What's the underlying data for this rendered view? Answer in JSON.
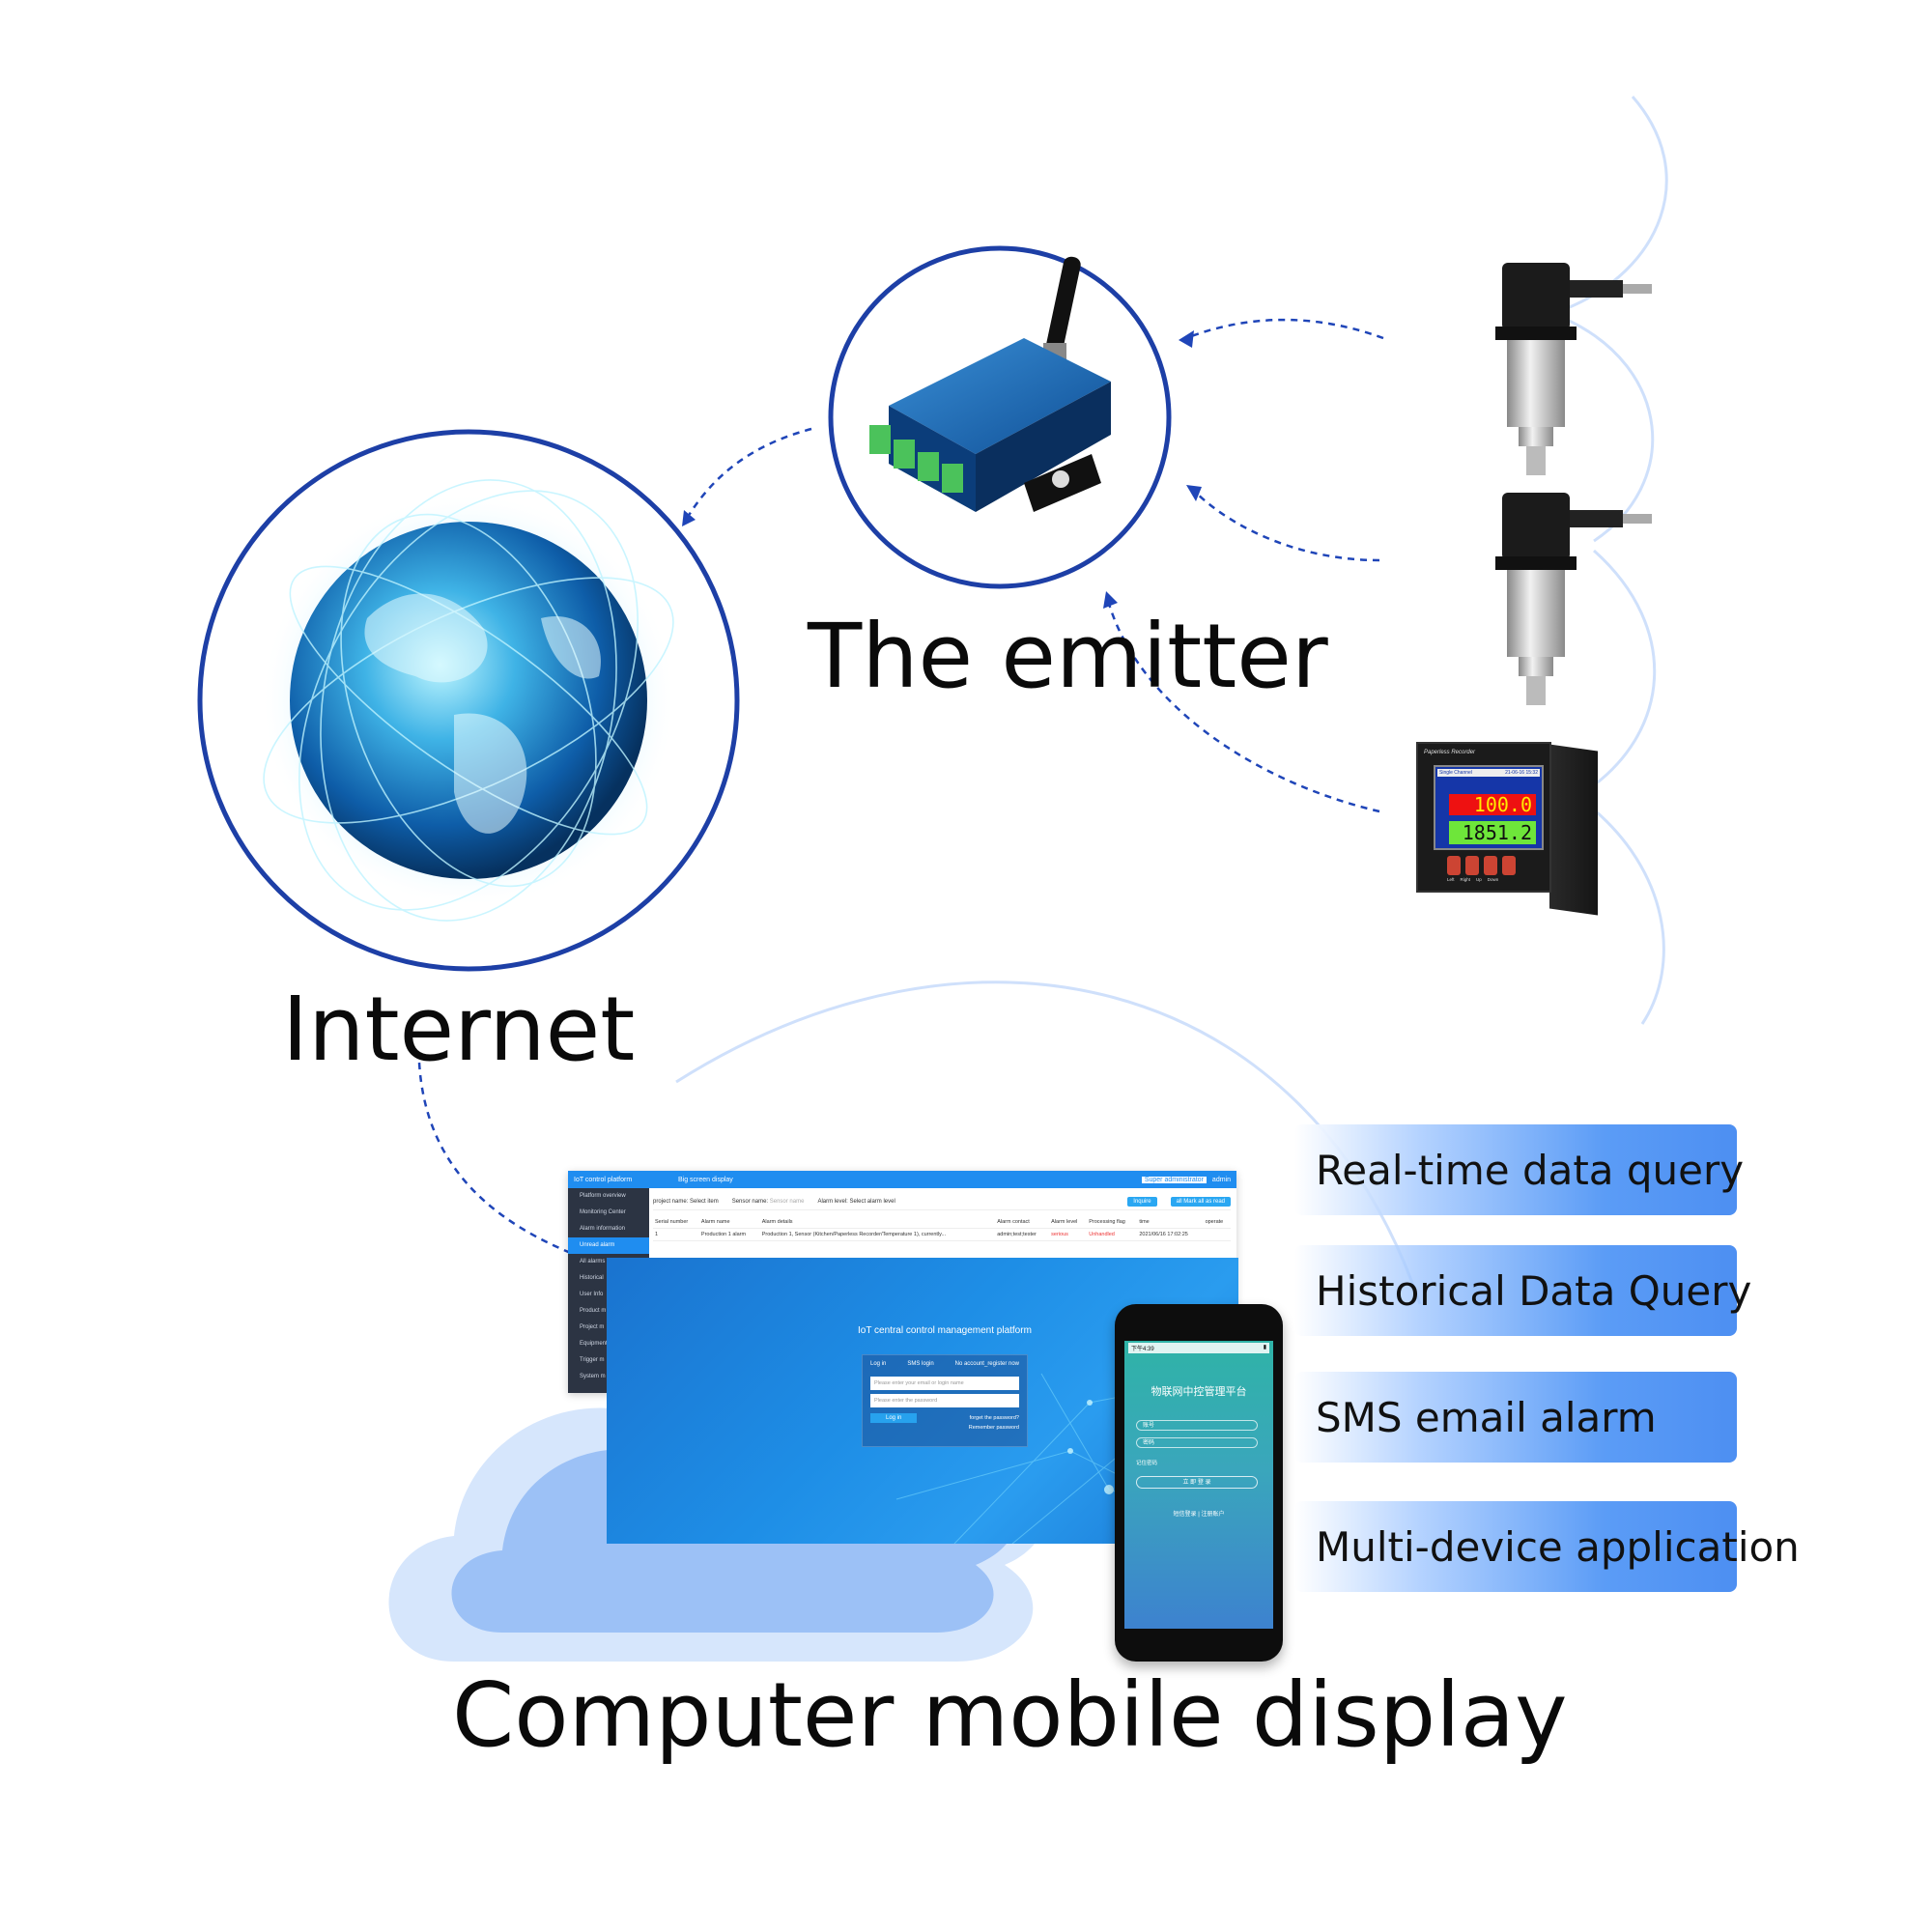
{
  "labels": {
    "emitter": "The emitter",
    "internet": "Internet",
    "display": "Computer mobile display"
  },
  "features": [
    "Real-time data query",
    "Historical Data Query",
    "SMS email alarm",
    "Multi-device application"
  ],
  "dashboard": {
    "brand": "IoT control platform",
    "tab": "Big screen display",
    "user": "Super administrator",
    "admin": "admin",
    "sidebar": [
      "Platform overview",
      "Monitoring Center",
      "Alarm information",
      "Unread alarm",
      "All alarms",
      "Historical",
      "User Info",
      "Product m",
      "Project m",
      "Equipment",
      "Trigger m",
      "System m"
    ],
    "filter": {
      "project": "project name:",
      "select": "Select item",
      "sensor": "Sensor name:",
      "sensor_ph": "Sensor name",
      "level": "Alarm level:",
      "level_sel": "Select alarm level",
      "inquire": "Inquire",
      "read_all": "all Mark all as read"
    },
    "columns": [
      "Serial number",
      "Alarm name",
      "Alarm details",
      "Alarm contact",
      "Alarm level",
      "Processing flag",
      "time",
      "operate"
    ],
    "row": [
      "1",
      "Production 1 alarm",
      "Production 1, Sensor (Kitchen/Paperless Recorder/Temperature 1), currently...",
      "admin;test;tester",
      "serious",
      "Unhandled",
      "2021/06/16 17:02:25",
      ""
    ]
  },
  "login_web": {
    "title": "IoT central control management platform",
    "tab_login": "Log in",
    "tab_sms": "SMS login",
    "register": "No account_register now",
    "user_ph": "Please enter your email or login name",
    "pass_ph": "Please enter the password",
    "login_btn": "Log in",
    "forgot": "forget the password?",
    "remember": "Remember password"
  },
  "phone": {
    "time": "下午4:39",
    "title": "物联网中控管理平台",
    "account": "账号",
    "password": "密码",
    "remember": "记住密码",
    "login": "立 即 登 录",
    "links": "短信登录 | 注册账户"
  },
  "recorder": {
    "brand": "Paperless Recorder",
    "header": "Single Channel",
    "date": "21-06-16 15:32",
    "value1": "100.0",
    "value2": "1851.2",
    "keys": [
      "Left",
      "Right",
      "Up",
      "Down"
    ]
  },
  "colors": {
    "circle_stroke": "#1d3fa6",
    "arrow": "#1f45b8",
    "feature_bar": "#5b9cf6",
    "cloud": "#9cc1f6"
  }
}
